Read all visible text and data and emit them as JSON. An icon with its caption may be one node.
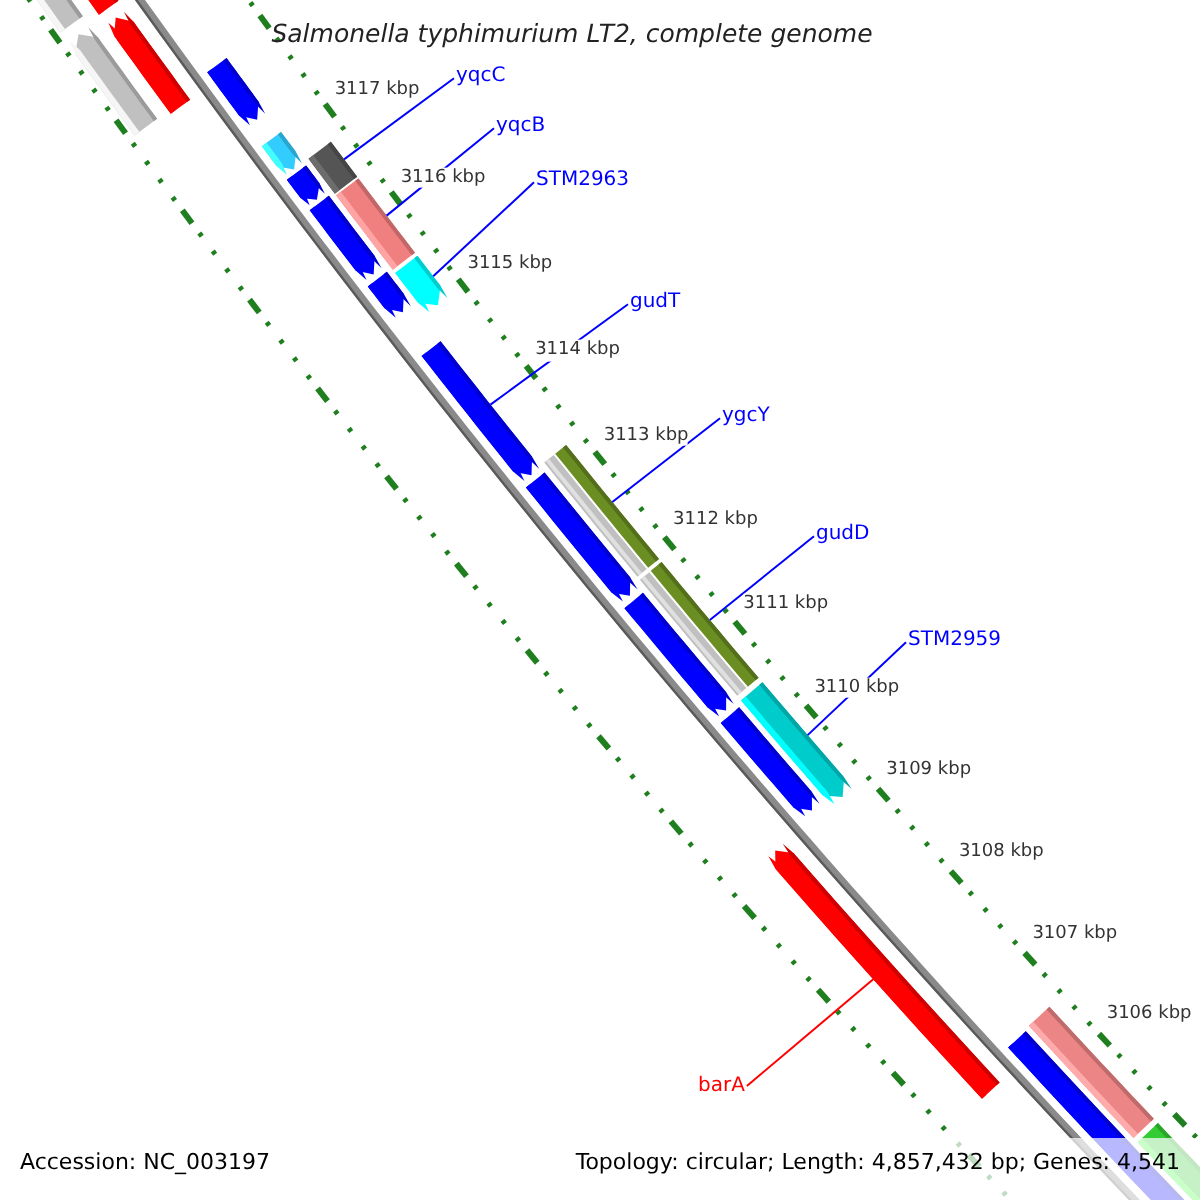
{
  "diagram": {
    "title": "Salmonella typhimurium LT2, complete genome",
    "nodes": [
      {
        "text": [
          "yqcC"
        ]
      },
      {
        "text": [],
        "shape": "bar"
      },
      {
        "text": [
          "yqcB"
        ]
      },
      {
        "text": [],
        "shape": "bar"
      },
      {
        "text": [
          "STM2963"
        ]
      },
      {
        "text": [],
        "shape": "bar"
      },
      {
        "text": [
          "gudT"
        ]
      },
      {
        "text": [],
        "shape": "bar"
      },
      {
        "text": [
          "ygcY"
        ]
      },
      {
        "text": [],
        "shape": "bar"
      },
      {
        "text": [
          "gudD"
        ]
      },
      {
        "text": [],
        "shape": "bar"
      },
      {
        "text": [
          "STM2959"
        ]
      },
      {
        "text": [],
        "shape": "bar"
      },
      {
        "text": [
          "barA"
        ]
      },
      {
        "text": [],
        "shape": "bar"
      }
    ],
    "edges": [
      {
        "from": 0,
        "to": 1,
        "arrow": "none"
      },
      {
        "from": 2,
        "to": 3,
        "arrow": "none"
      },
      {
        "from": 4,
        "to": 5,
        "arrow": "none"
      },
      {
        "from": 6,
        "to": 7,
        "arrow": "none"
      },
      {
        "from": 8,
        "to": 9,
        "arrow": "none"
      },
      {
        "from": 10,
        "to": 11,
        "arrow": "none"
      },
      {
        "from": 12,
        "to": 13,
        "arrow": "none"
      },
      {
        "from": 14,
        "to": 15,
        "arrow": "none",
        "color": "#ff0000"
      }
    ],
    "labels": [
      "3117 kbp",
      "3116 kbp",
      "3115 kbp",
      "3114 kbp",
      "3113 kbp",
      "3112 kbp",
      "3111 kbp",
      "3110 kbp",
      "3109 kbp",
      "3108 kbp",
      "3107 kbp",
      "3106 kbp",
      "Accession: NC_003197",
      "Topology: circular; Length: 4,857,432 bp; Genes: 4,541"
    ]
  }
}
